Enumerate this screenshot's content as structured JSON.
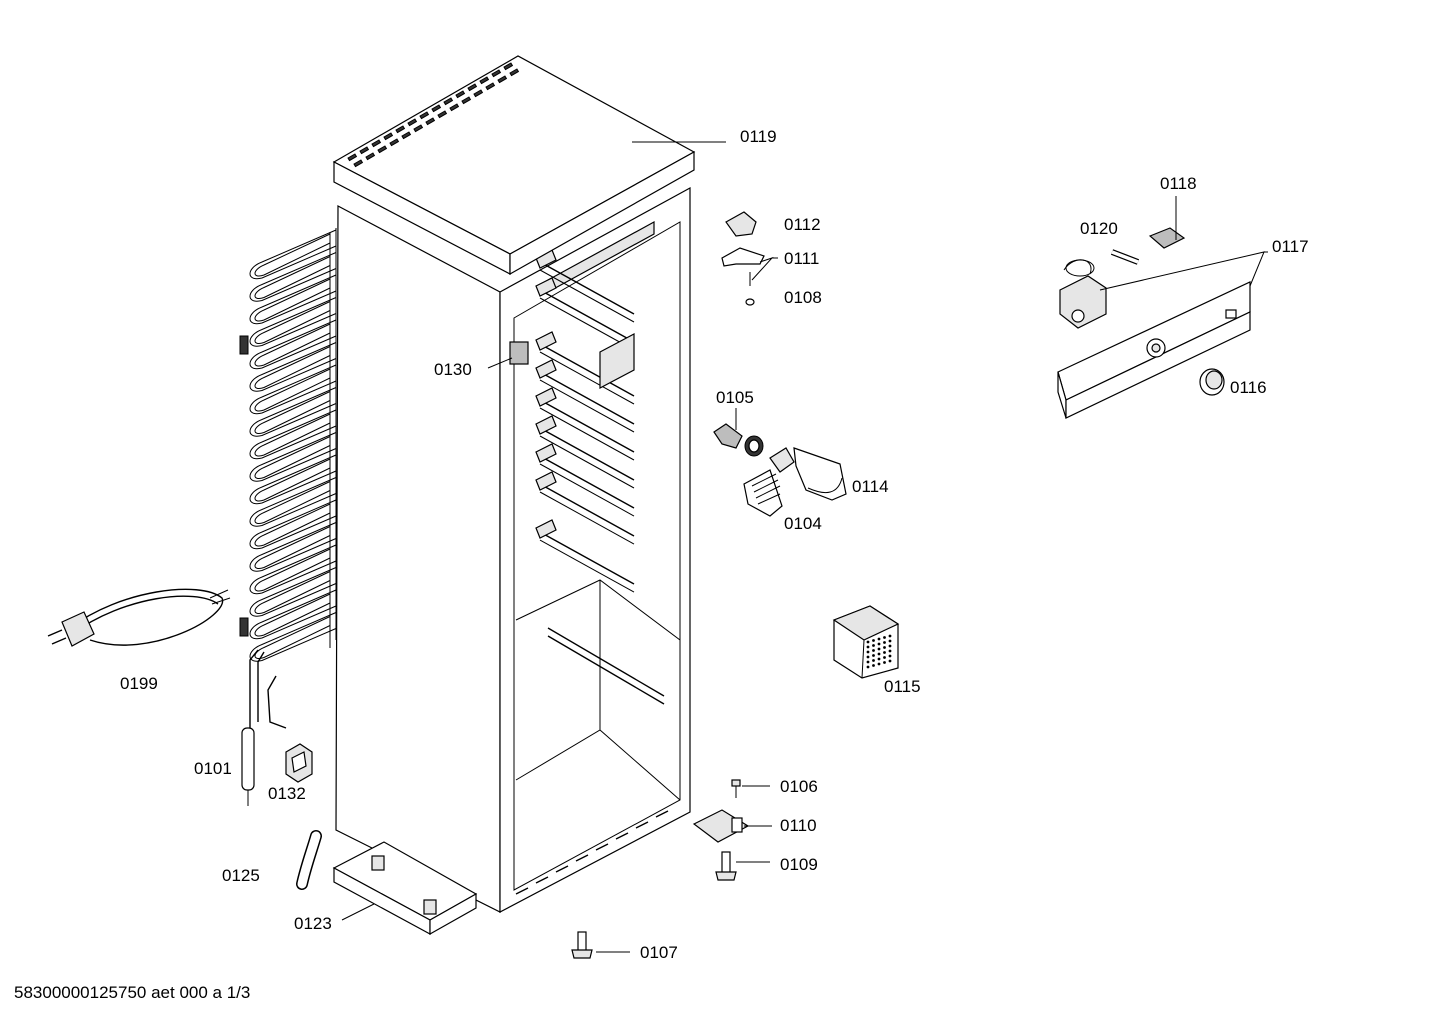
{
  "diagram": {
    "document_id": "58300000125750 aet 000 a 1/3",
    "parts": [
      {
        "id": "0119",
        "label": "0119"
      },
      {
        "id": "0112",
        "label": "0112"
      },
      {
        "id": "0111",
        "label": "0111"
      },
      {
        "id": "0108",
        "label": "0108"
      },
      {
        "id": "0130",
        "label": "0130"
      },
      {
        "id": "0105",
        "label": "0105"
      },
      {
        "id": "0114",
        "label": "0114"
      },
      {
        "id": "0104",
        "label": "0104"
      },
      {
        "id": "0115",
        "label": "0115"
      },
      {
        "id": "0199",
        "label": "0199"
      },
      {
        "id": "0101",
        "label": "0101"
      },
      {
        "id": "0132",
        "label": "0132"
      },
      {
        "id": "0125",
        "label": "0125"
      },
      {
        "id": "0123",
        "label": "0123"
      },
      {
        "id": "0106",
        "label": "0106"
      },
      {
        "id": "0110",
        "label": "0110"
      },
      {
        "id": "0109",
        "label": "0109"
      },
      {
        "id": "0107",
        "label": "0107"
      },
      {
        "id": "0118",
        "label": "0118"
      },
      {
        "id": "0120",
        "label": "0120"
      },
      {
        "id": "0117",
        "label": "0117"
      },
      {
        "id": "0116",
        "label": "0116"
      }
    ]
  }
}
